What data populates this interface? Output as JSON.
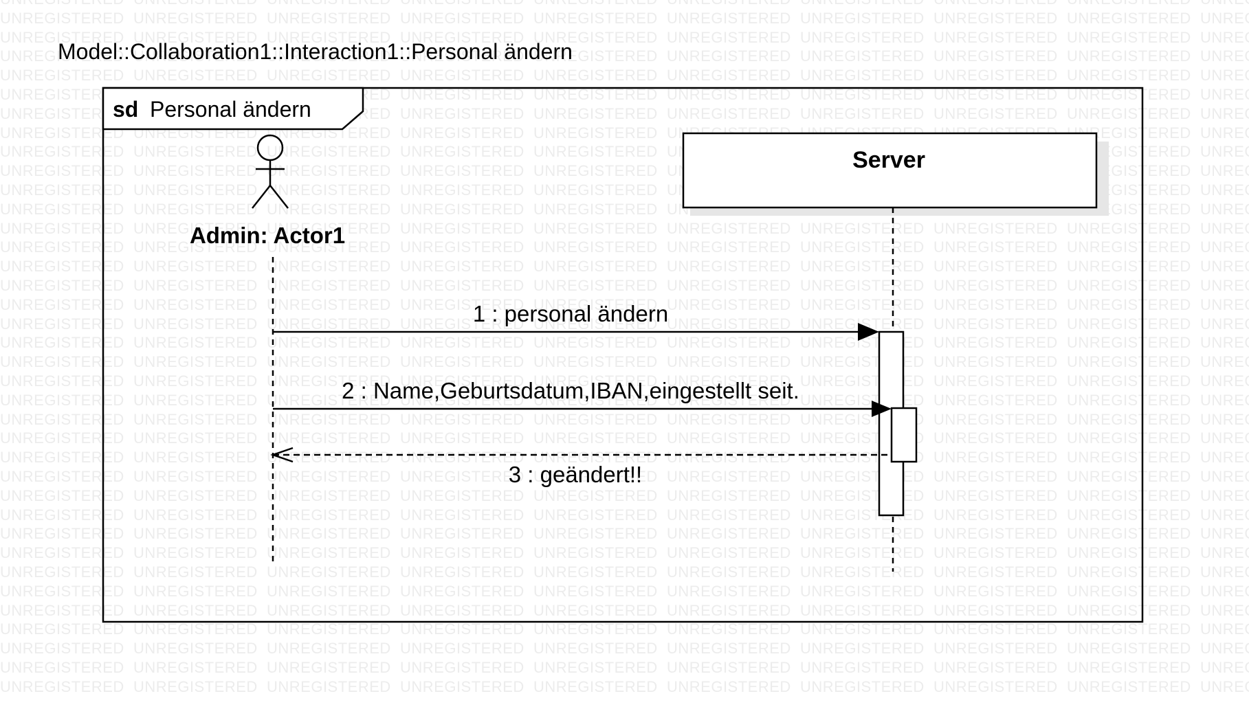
{
  "watermark_text": "UNREGISTERED",
  "diagram_path": "Model::Collaboration1::Interaction1::Personal ändern",
  "frame": {
    "keyword": "sd",
    "name": "Personal ändern"
  },
  "lifelines": {
    "actor": {
      "label": "Admin: Actor1"
    },
    "server": {
      "label": "Server"
    }
  },
  "messages": [
    {
      "label": "1 : personal ändern",
      "kind": "synchronous"
    },
    {
      "label": "2 : Name,Geburtsdatum,IBAN,eingestellt seit.",
      "kind": "synchronous"
    },
    {
      "label": "3 : geändert!!",
      "kind": "reply"
    }
  ]
}
